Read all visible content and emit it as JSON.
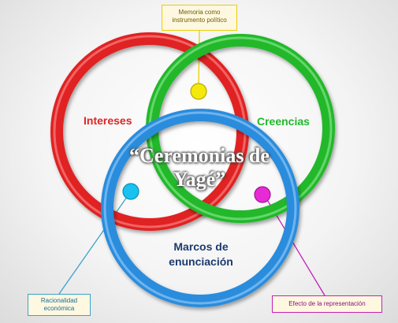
{
  "rings": {
    "intereses": {
      "label": "Intereses",
      "color": "#e02424"
    },
    "creencias": {
      "label": "Creencias",
      "color": "#21b82c"
    },
    "marcos": {
      "label": "Marcos de enunciación",
      "color": "#2a8cdc",
      "label_color": "#1c3a6e"
    }
  },
  "center_title": "“Ceremonias de Yagé”",
  "callouts": {
    "memoria": {
      "text": "Memoria como instrumento político",
      "dot_color": "#f3e90a"
    },
    "racionalidad": {
      "text": "Racionalidad económica",
      "dot_color": "#19c2f0"
    },
    "efecto": {
      "text": "Efecto de la representación",
      "dot_color": "#e62ad6"
    }
  }
}
